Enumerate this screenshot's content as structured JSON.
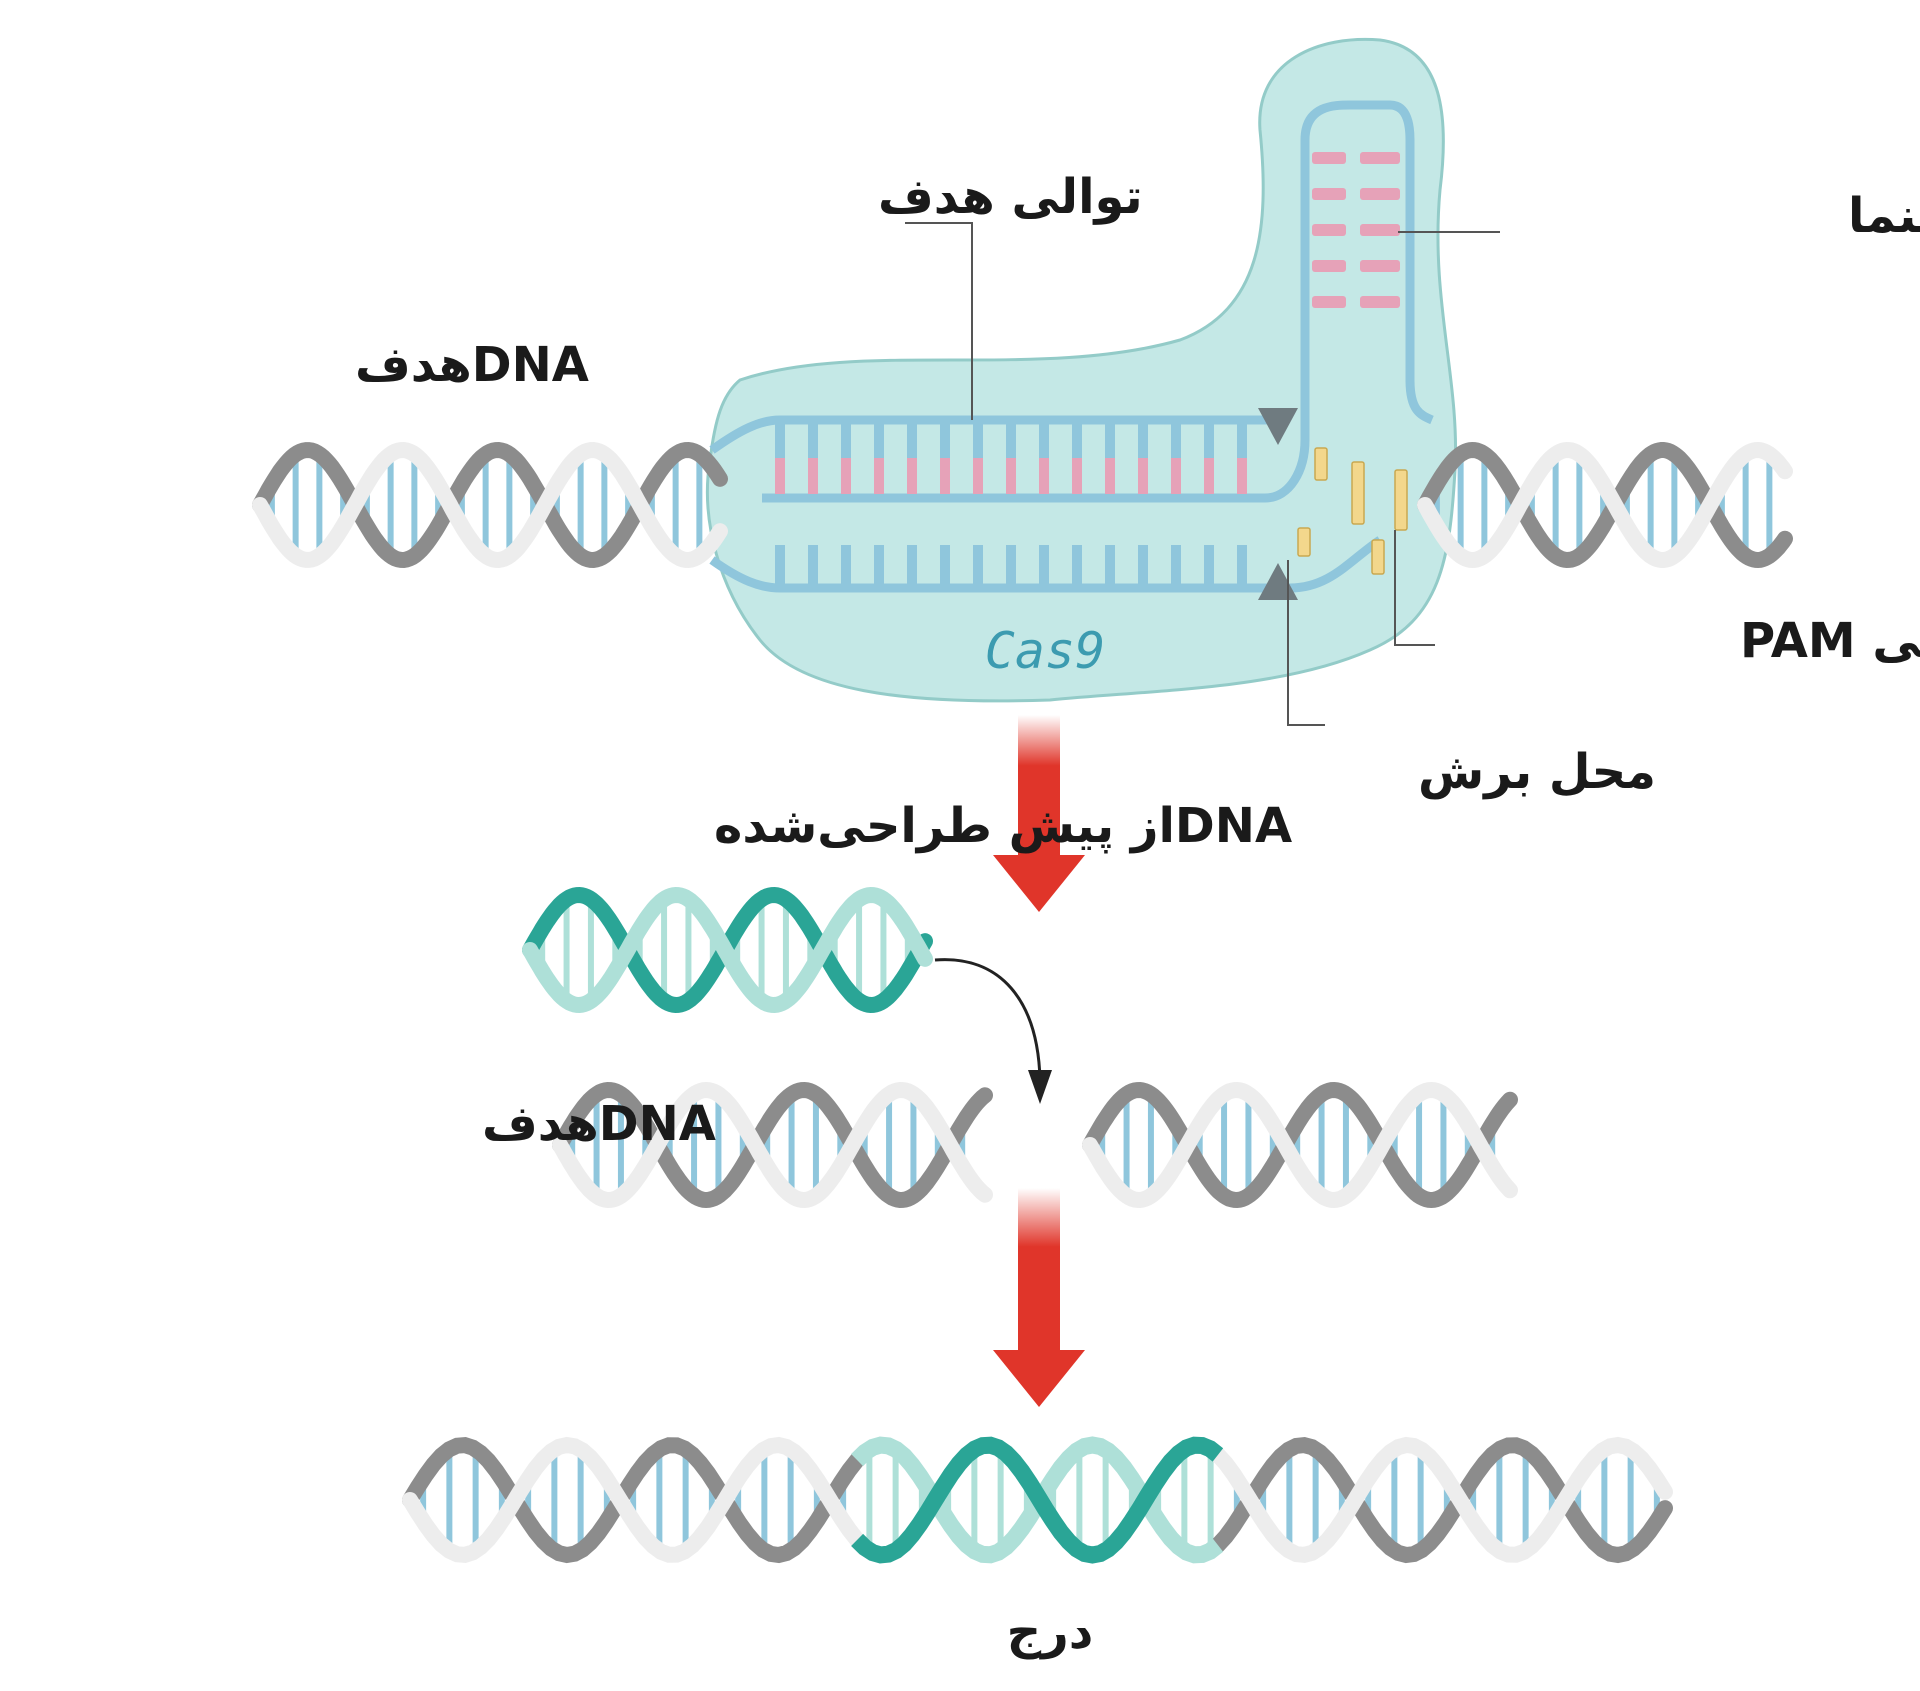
{
  "labels": {
    "target_sequence": "توالی هدف",
    "guide_rna": "RNA  راهنما",
    "target_dna_top": "DNAهدف",
    "pam_sequence": "توالی PAM",
    "cas9": "Cas9",
    "cut_site": "محل برش",
    "predesigned_dna": "DNAاز پیش طراحی‌شده",
    "target_dna_middle": "DNAهدف",
    "insertion": "درج"
  },
  "colors": {
    "cas9_body": "#c4e8e6",
    "cas9_outline": "#93cbc8",
    "dna_backbone_blue": "#8fc6dc",
    "dna_backbone_white": "#ececec",
    "dna_backbone_gray": "#8c8c8c",
    "donor_teal": "#2aa596",
    "donor_light": "#aee0d8",
    "rna_pink": "#e6a2b8",
    "pam_yellow": "#f3d78c",
    "arrow_red": "#e0352a",
    "cut_marker": "#6f7b80"
  },
  "icons": {
    "flow_arrow": "red-down-arrow-icon",
    "cut_marker": "triangle-marker-icon",
    "insert_arrow": "curved-arrow-icon"
  }
}
